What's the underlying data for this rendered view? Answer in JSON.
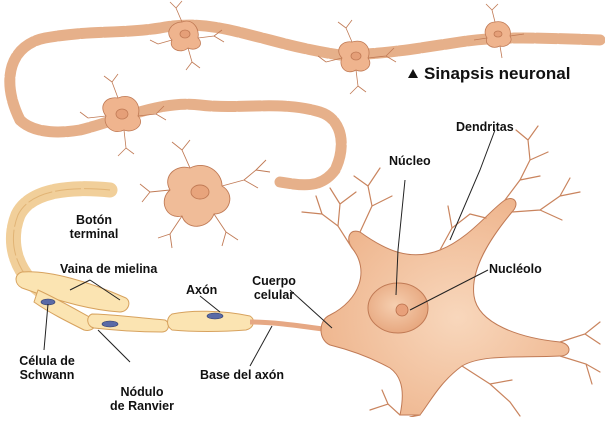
{
  "diagram": {
    "title": "Sinapsis neuronal",
    "title_marker": "triangle-up-icon",
    "colors": {
      "neuron_fill": "#f2c29e",
      "neuron_stroke": "#c8835a",
      "myelin_fill": "#fbe4b2",
      "myelin_stroke": "#d7a25e",
      "nucleus_fill": "#efb48a",
      "schwann_nucleus": "#5a6aa6"
    },
    "labels": {
      "dendritas": "Dendritas",
      "nucleo": "Núcleo",
      "nucleolo": "Nucléolo",
      "cuerpo_celular_1": "Cuerpo",
      "cuerpo_celular_2": "celular",
      "axon": "Axón",
      "vaina_mielina": "Vaina de mielina",
      "boton_1": "Botón",
      "boton_2": "terminal",
      "celula_schwann_1": "Célula de",
      "celula_schwann_2": "Schwann",
      "nodulo_1": "Nódulo",
      "nodulo_2": "de Ranvier",
      "base_axon": "Base del axón"
    }
  }
}
